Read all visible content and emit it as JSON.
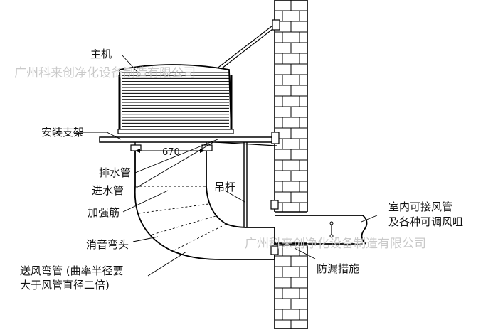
{
  "labels": {
    "main_unit": "主机",
    "mounting_bracket": "安装支架",
    "drain_pipe": "排水管",
    "inlet_pipe": "进水管",
    "stiffener": "加强筋",
    "silencer_elbow": "消音弯头",
    "supply_elbow_line1": "送风弯管 (曲率半径要",
    "supply_elbow_line2": "大于风管直径二倍)",
    "hanger_rod": "吊杆",
    "indoor_duct_line1": "室内可接风管",
    "indoor_duct_line2": "及各种可调风咀",
    "leak_proof": "防漏措施"
  },
  "dimension": "670",
  "watermark": "广州科来创净化设备制造有限公司"
}
